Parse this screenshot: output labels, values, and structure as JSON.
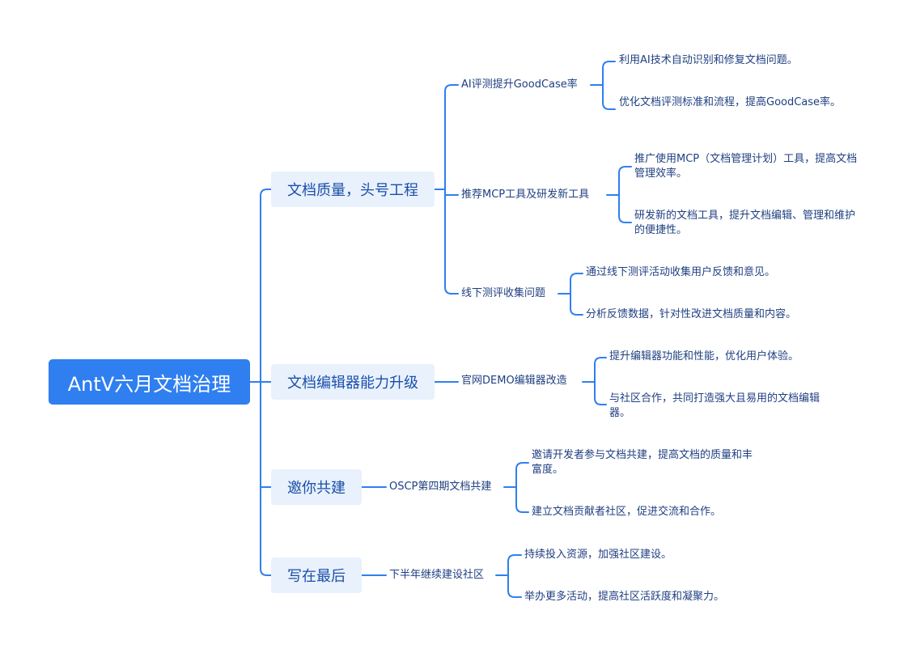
{
  "root": {
    "label": "AntV六月文档治理"
  },
  "branches": [
    {
      "label": "文档质量，头号工程",
      "children": [
        {
          "label": "AI评测提升GoodCase率",
          "items": [
            "利用AI技术自动识别和修复文档问题。",
            "优化文档评测标准和流程，提高GoodCase率。"
          ]
        },
        {
          "label": "推荐MCP工具及研发新工具",
          "items": [
            "推广使用MCP（文档管理计划）工具，提高文档管理效率。",
            "研发新的文档工具，提升文档编辑、管理和维护的便捷性。"
          ]
        },
        {
          "label": "线下测评收集问题",
          "items": [
            "通过线下测评活动收集用户反馈和意见。",
            "分析反馈数据，针对性改进文档质量和内容。"
          ]
        }
      ]
    },
    {
      "label": "文档编辑器能力升级",
      "children": [
        {
          "label": "官网DEMO编辑器改造",
          "items": [
            "提升编辑器功能和性能，优化用户体验。",
            "与社区合作，共同打造强大且易用的文档编辑器。"
          ]
        }
      ]
    },
    {
      "label": "邀你共建",
      "children": [
        {
          "label": "OSCP第四期文档共建",
          "items": [
            "邀请开发者参与文档共建，提高文档的质量和丰富度。",
            "建立文档贡献者社区，促进交流和合作。"
          ]
        }
      ]
    },
    {
      "label": "写在最后",
      "children": [
        {
          "label": "下半年继续建设社区",
          "items": [
            "持续投入资源，加强社区建设。",
            "举办更多活动，提高社区活跃度和凝聚力。"
          ]
        }
      ]
    }
  ]
}
